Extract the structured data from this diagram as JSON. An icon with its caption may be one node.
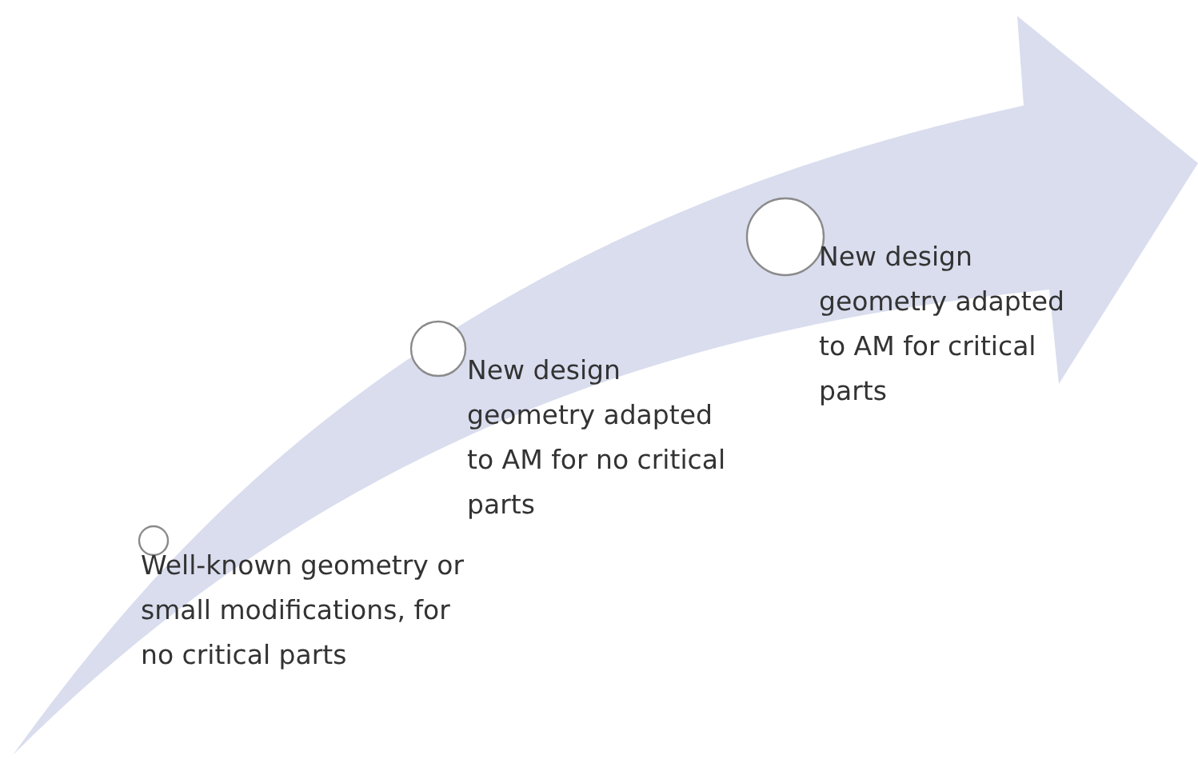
{
  "diagram": {
    "nodes": [
      {
        "text": [],
        "shape": "circle",
        "beside": [
          "Well-known geometry or small modifications, for no critical parts"
        ]
      },
      {
        "text": [],
        "shape": "circle",
        "beside": [
          "New design geometry adapted to AM for no critical parts"
        ]
      },
      {
        "text": [],
        "shape": "circle",
        "beside": [
          "New design geometry adapted to AM for critical parts"
        ]
      }
    ]
  }
}
